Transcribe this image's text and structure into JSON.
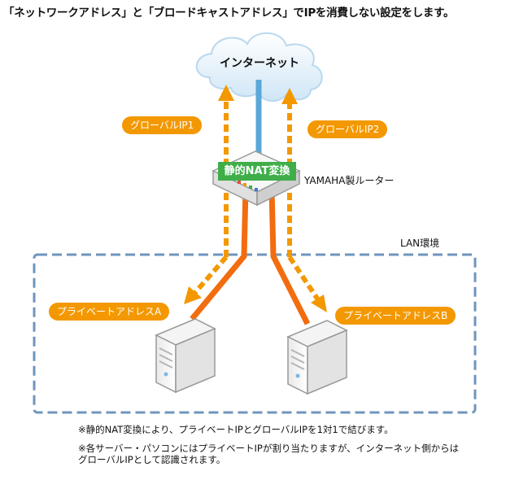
{
  "heading": "「ネットワークアドレス」と「ブロードキャストアドレス」でIPを消費しない設定をします。",
  "internet_label": "インターネット",
  "global_ip_1": "グローバルIP1",
  "global_ip_2": "グローバルIP2",
  "nat_label": "静的NAT変換",
  "router_label": "YAMAHA製ルーター",
  "lan_label": "LAN環境",
  "private_a": "プライベートアドレスA",
  "private_b": "プライベートアドレスB",
  "note_1": "※静的NAT変換により、プライベートIPとグローバルIPを1対1で結びます。",
  "note_2_line1": "※各サーバー・パソコンにはプライベートIPが割り当たりますが、インターネット側からは",
  "note_2_line2": "グローバルIPとして認識されます。",
  "colors": {
    "orange": "#f39800",
    "cable_orange": "#f26c10",
    "cable_blue": "#5aa7d8",
    "lan_border": "#6f95bd",
    "nat_green": "#3fae49",
    "cloud": "#d9ecf8"
  }
}
